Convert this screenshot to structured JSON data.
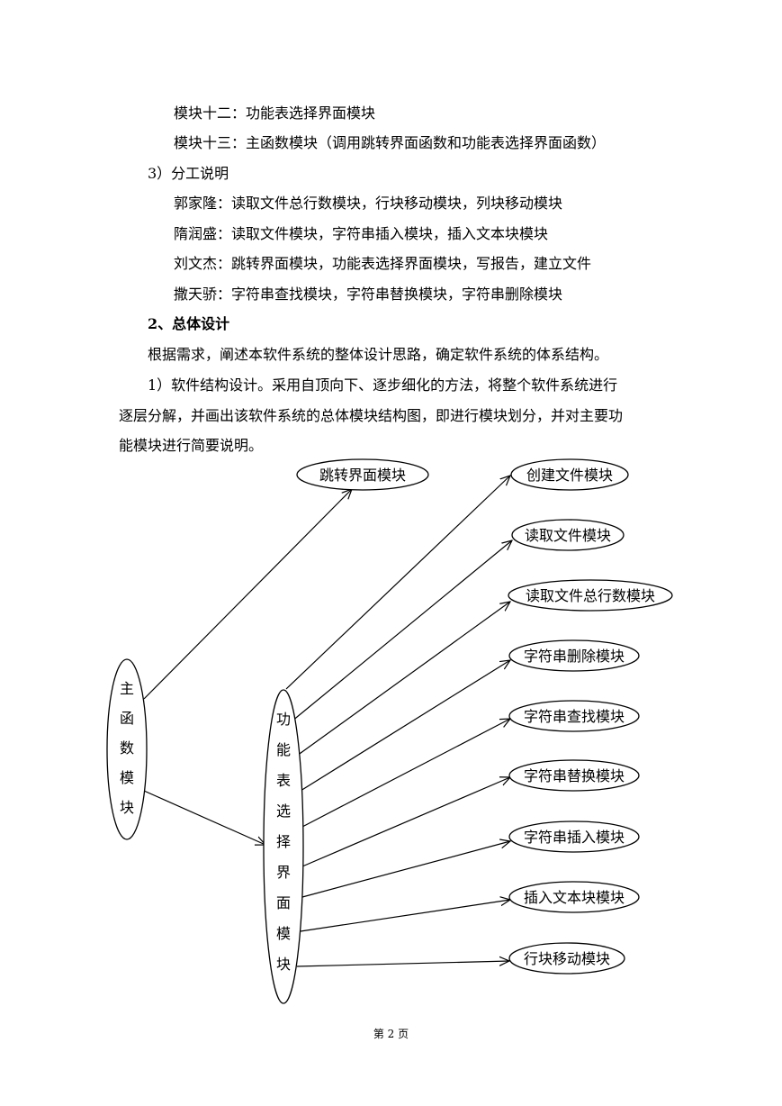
{
  "text_lines": [
    "模块十二：功能表选择界面模块",
    "模块十三：主函数模块（调用跳转界面函数和功能表选择界面函数）",
    "3）分工说明",
    "郭家隆：读取文件总行数模块，行块移动模块，列块移动模块",
    "隋润盛：读取文件模块，字符串插入模块，插入文本块模块",
    "刘文杰：跳转界面模块，功能表选择界面模块，写报告，建立文件",
    "撒天骄：字符串查找模块，字符串替换模块，字符串删除模块",
    "2、总体设计",
    "根据需求，阐述本软件系统的整体设计思路，确定软件系统的体系结构。",
    "1）软件结构设计。采用自顶向下、逐步细化的方法，将整个软件系统进行",
    "逐层分解，并画出该软件系统的总体模块结构图，即进行模块划分，并对主要功",
    "能模块进行简要说明。"
  ],
  "diagram": {
    "main_module": [
      "主",
      "函",
      "数",
      "模",
      "块"
    ],
    "menu_module": [
      "功",
      "能",
      "表",
      "选",
      "择",
      "界",
      "面",
      "模",
      "块"
    ],
    "jump_module": "跳转界面模块",
    "function_modules": [
      "创建文件模块",
      "读取文件模块",
      "读取文件总行数模块",
      "字符串删除模块",
      "字符串查找模块",
      "字符串替换模块",
      "字符串插入模块",
      "插入文本块模块",
      "行块移动模块"
    ]
  },
  "footer": {
    "prefix": "第",
    "page": "2",
    "suffix": "页"
  }
}
